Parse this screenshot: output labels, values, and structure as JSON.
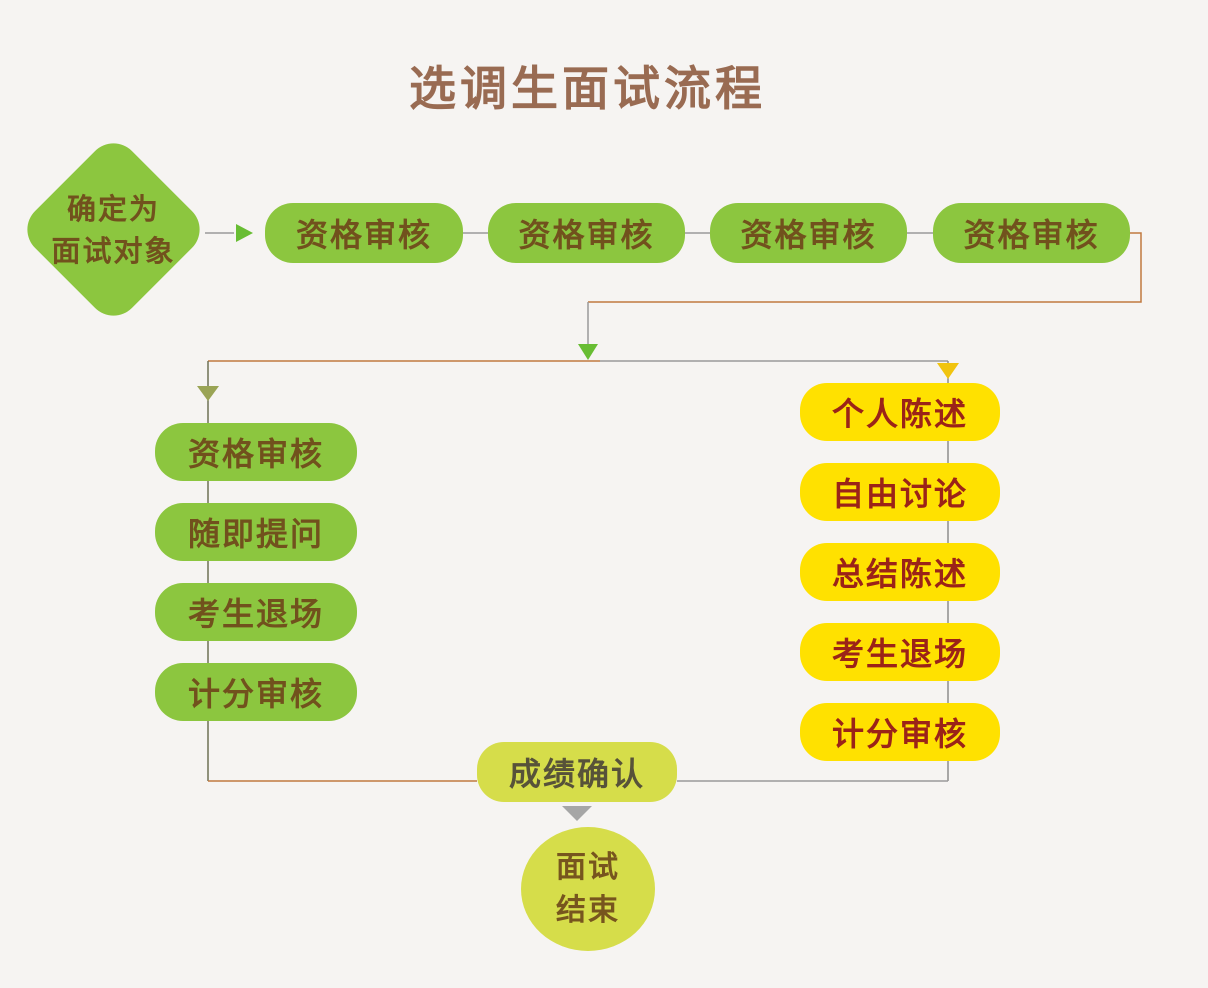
{
  "title": "选调生面试流程",
  "diamond": {
    "line1": "确定为",
    "line2": "面试对象"
  },
  "top_row": [
    "资格审核",
    "资格审核",
    "资格审核",
    "资格审核"
  ],
  "left_column": [
    "资格审核",
    "随即提问",
    "考生退场",
    "计分审核"
  ],
  "right_column": [
    "个人陈述",
    "自由讨论",
    "总结陈述",
    "考生退场",
    "计分审核"
  ],
  "merge": "成绩确认",
  "end": {
    "line1": "面试",
    "line2": "结束"
  },
  "colors": {
    "background": "#f6f4f2",
    "green_node": "#8cc63f",
    "green_node_text": "#71511d",
    "yellow_node": "#ffe100",
    "yellow_node_text": "#9b2318",
    "chartreuse_node": "#d6dd4a",
    "merge_text": "#575239",
    "end_text": "#77551e",
    "title_text": "#996b52",
    "line_gray": "#9a9a9a",
    "line_orange": "#c0793f",
    "line_olive": "#6e7254",
    "arrow_green": "#68bd33",
    "arrow_olive": "#9aa455",
    "arrow_yellow": "#f1c40f",
    "arrow_gray": "#a6a6a6"
  }
}
